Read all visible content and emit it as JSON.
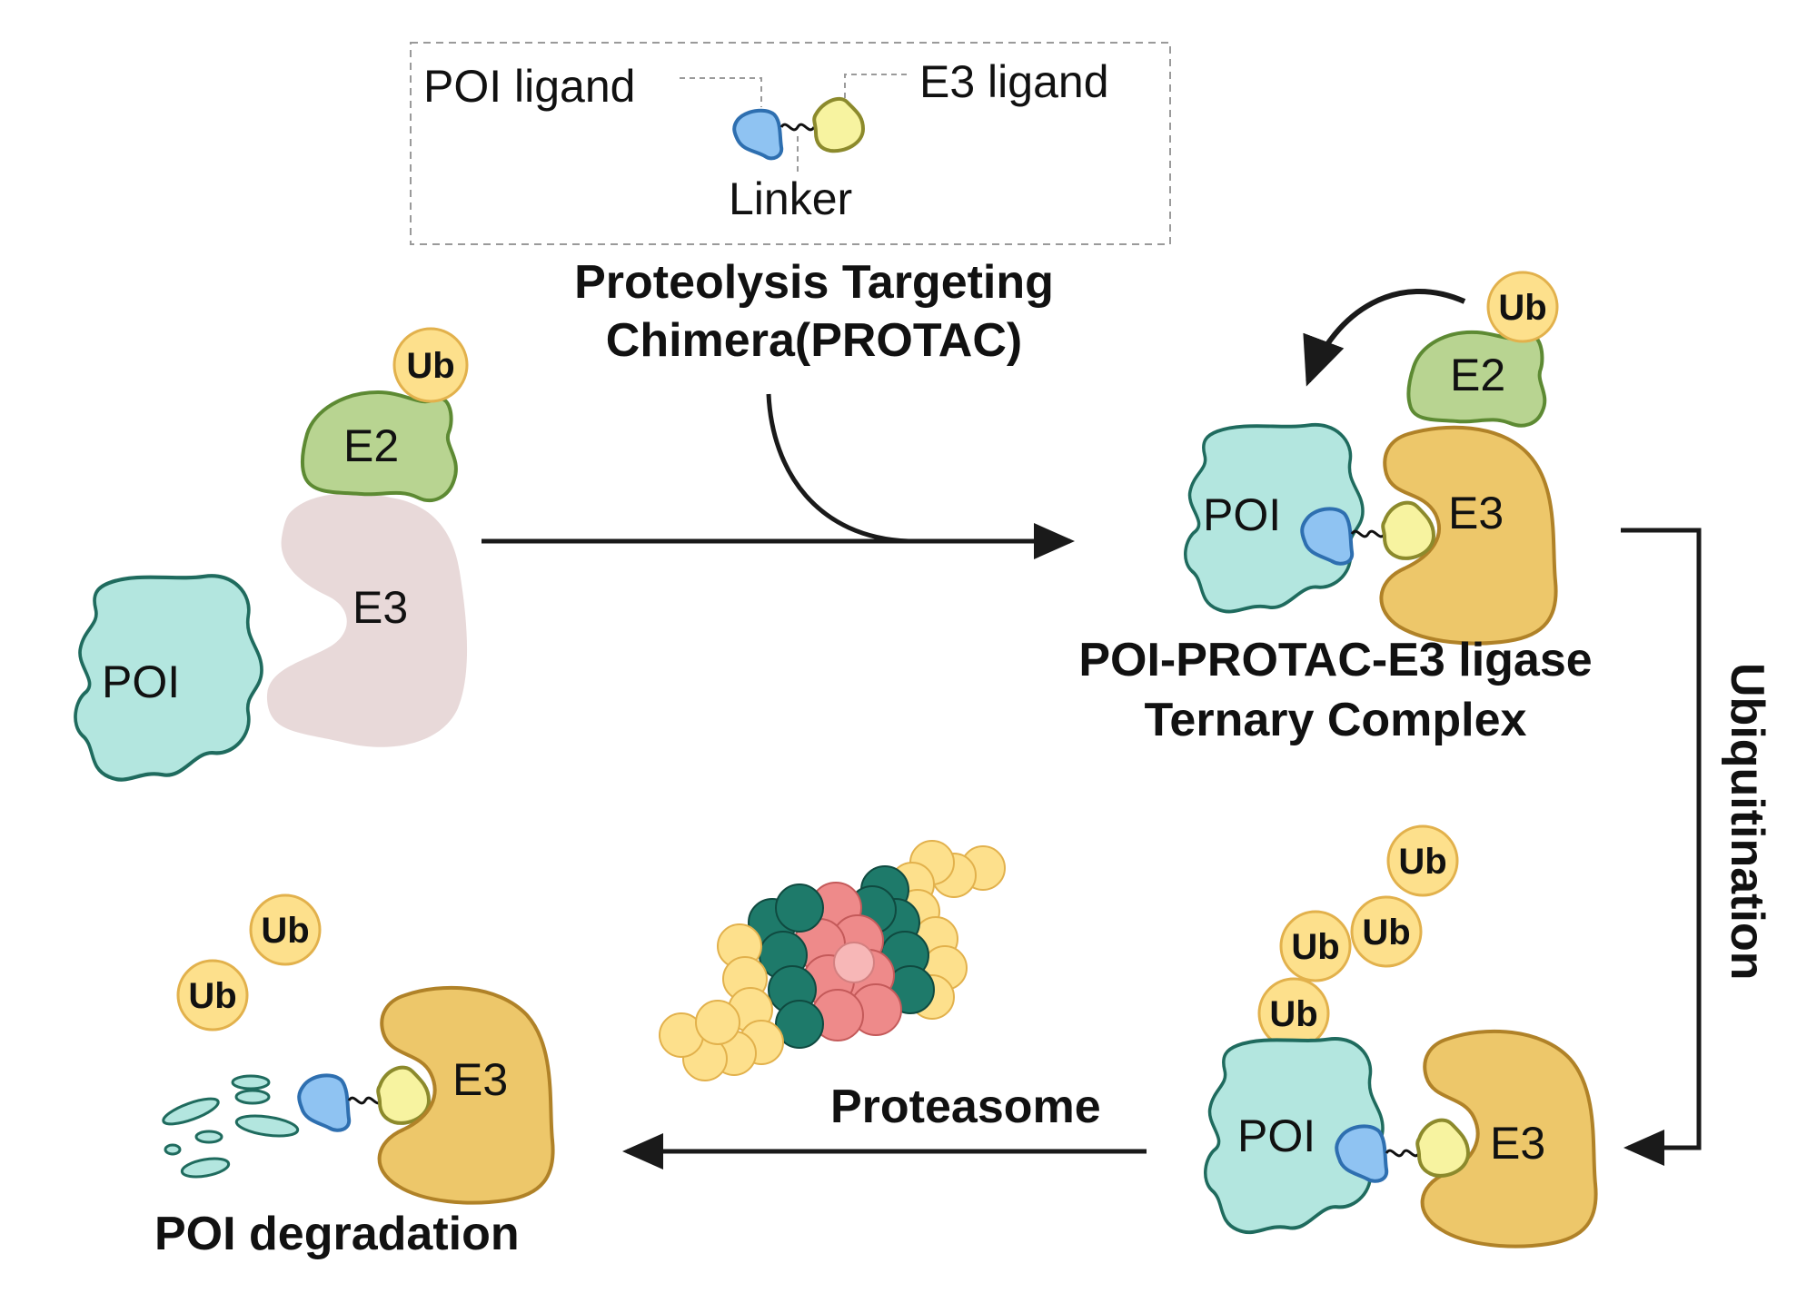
{
  "protac_box": {
    "poi_ligand": "POI ligand",
    "e3_ligand": "E3 ligand",
    "linker": "Linker"
  },
  "protac_title": {
    "line1": "Proteolysis Targeting",
    "line2": "Chimera(PROTAC)"
  },
  "initial": {
    "ub": "Ub",
    "e2": "E2",
    "e3": "E3",
    "poi": "POI"
  },
  "ternary": {
    "ub": "Ub",
    "e2": "E2",
    "e3": "E3",
    "poi": "POI",
    "caption_line1": "POI-PROTAC-E3 ligase",
    "caption_line2": "Ternary Complex"
  },
  "ubiquitination_label": "Ubiquitination",
  "ubiquitinated": {
    "ub1": "Ub",
    "ub2": "Ub",
    "ub3": "Ub",
    "ub4": "Ub",
    "poi": "POI",
    "e3": "E3"
  },
  "proteasome_label": "Proteasome",
  "degradation": {
    "ub1": "Ub",
    "ub2": "Ub",
    "e3": "E3",
    "caption": "POI degradation"
  },
  "colors": {
    "poi_fill": "#b3e6df",
    "poi_stroke": "#1f6b5e",
    "e2_fill": "#b8d491",
    "e2_stroke": "#5d8a33",
    "e3_fill": "#edc76a",
    "e3_stroke": "#b08228",
    "e3_inactive": "#e8d9d9",
    "ub_fill": "#fde08c",
    "ub_stroke": "#e2b14c",
    "poi_ligand_fill": "#8fc3f2",
    "poi_ligand_stroke": "#2e6fb0",
    "e3_ligand_fill": "#f7f3a0",
    "e3_ligand_stroke": "#8c8a2c",
    "proteasome_red": "#ee8a8a",
    "proteasome_teal": "#1e7a6a",
    "proteasome_yellow": "#fde08c",
    "arrow": "#1a1a1a"
  }
}
